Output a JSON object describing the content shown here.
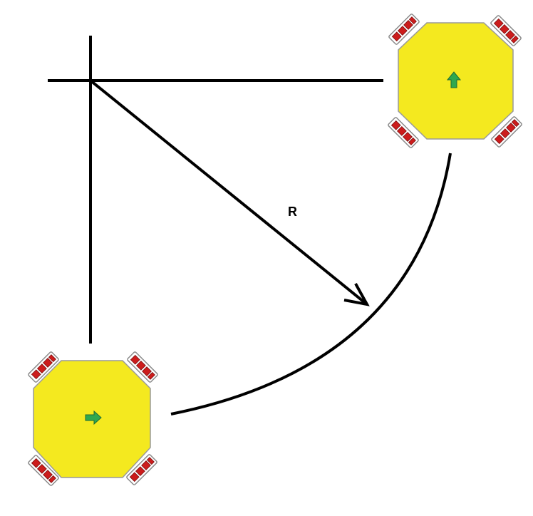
{
  "diagram": {
    "radius_label": "R",
    "colors": {
      "background": "#ffffff",
      "line": "#000000",
      "robot_body": "#f4e91f",
      "robot_outline": "#9a9a9a",
      "wheel_fill": "#cc1c1c",
      "wheel_outline": "#8a8a8a",
      "arrow_fill": "#2fa84f",
      "arrow_outline": "#1f6b33"
    },
    "robots": [
      {
        "id": "start",
        "heading": "right",
        "icon": "direction-arrow-right-icon"
      },
      {
        "id": "end",
        "heading": "up",
        "icon": "direction-arrow-up-icon"
      }
    ]
  }
}
